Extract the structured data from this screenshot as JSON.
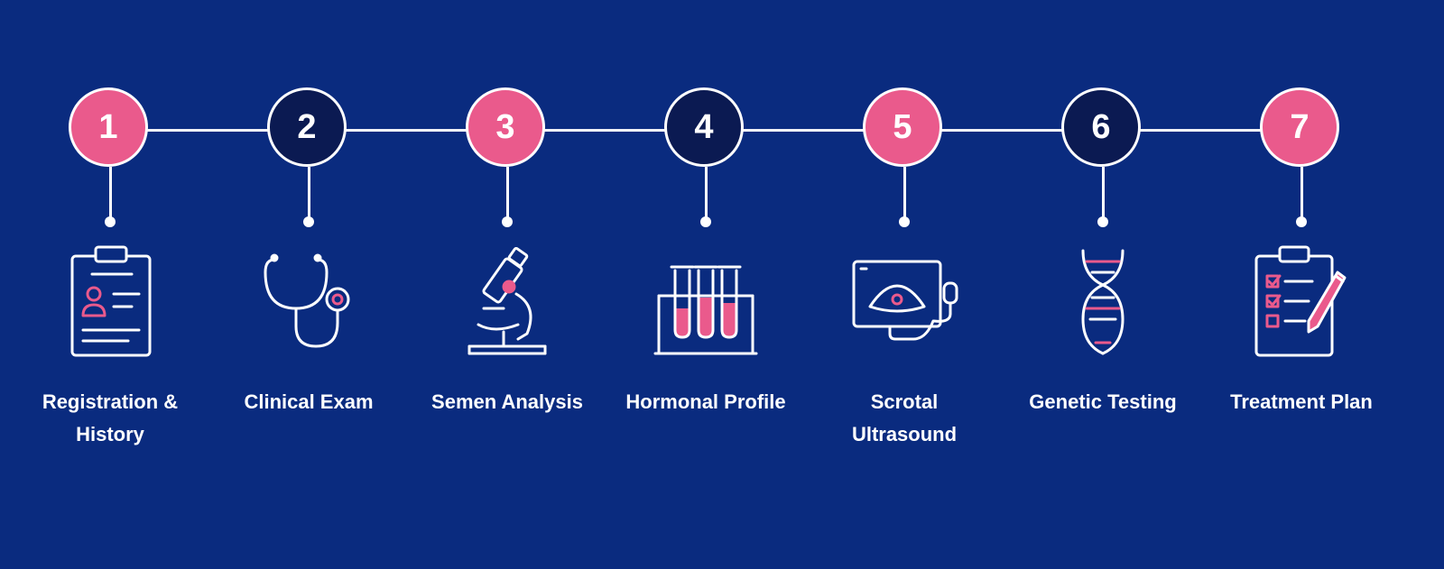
{
  "colors": {
    "background": "#0a2b7f",
    "pink": "#ea5a8c",
    "navy": "#0b1a52",
    "line": "#ffffff"
  },
  "steps": [
    {
      "number": "1",
      "label_lines": [
        "Registration &",
        "History"
      ],
      "color": "pink",
      "icon": "clipboard-profile-icon"
    },
    {
      "number": "2",
      "label_lines": [
        "Clinical Exam"
      ],
      "color": "navy",
      "icon": "stethoscope-icon"
    },
    {
      "number": "3",
      "label_lines": [
        "Semen Analysis"
      ],
      "color": "pink",
      "icon": "microscope-icon"
    },
    {
      "number": "4",
      "label_lines": [
        "Hormonal Profile"
      ],
      "color": "navy",
      "icon": "test-tubes-icon"
    },
    {
      "number": "5",
      "label_lines": [
        "Scrotal",
        "Ultrasound"
      ],
      "color": "pink",
      "icon": "ultrasound-icon"
    },
    {
      "number": "6",
      "label_lines": [
        "Genetic Testing"
      ],
      "color": "navy",
      "icon": "dna-icon"
    },
    {
      "number": "7",
      "label_lines": [
        "Treatment Plan"
      ],
      "color": "pink",
      "icon": "checklist-icon"
    }
  ]
}
